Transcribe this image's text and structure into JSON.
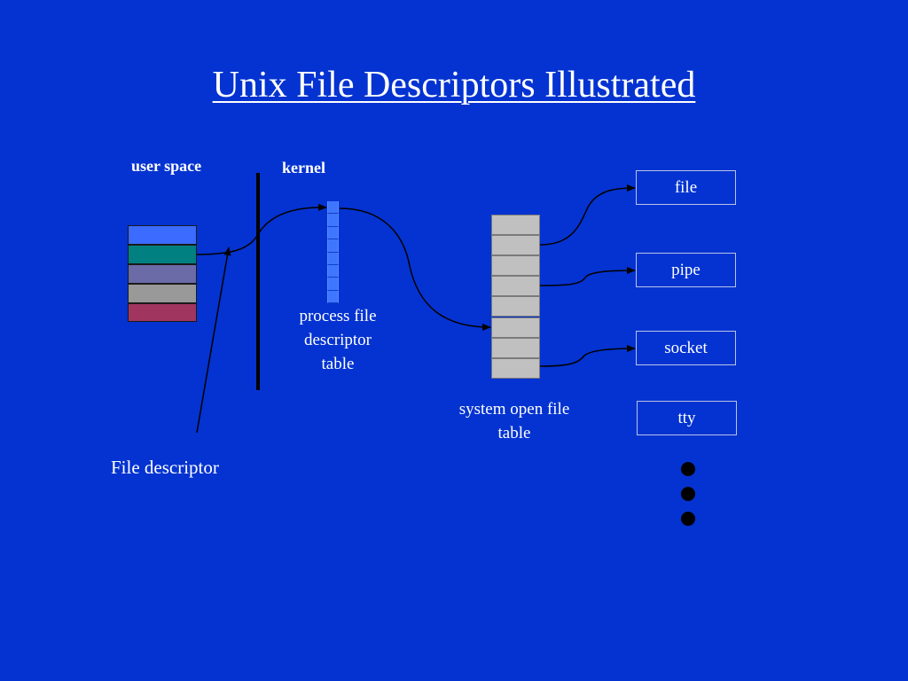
{
  "title": "Unix File Descriptors Illustrated",
  "labels": {
    "user_space": "user space",
    "kernel": "kernel",
    "process_table": [
      "process file",
      "descriptor",
      "table"
    ],
    "system_table": [
      "system open file",
      "table"
    ],
    "file_descriptor": "File descriptor"
  },
  "resources": [
    "file",
    "pipe",
    "socket",
    "tty"
  ],
  "user_slots": [
    "#3B6BFF",
    "#008080",
    "#6B6BA8",
    "#999999",
    "#A0365F"
  ],
  "colors": {
    "background": "#0433D1",
    "process_cell": "#3F76FF",
    "system_cell": "#C0C0C0",
    "text": "#FFFFFF",
    "wire": "#000000"
  }
}
